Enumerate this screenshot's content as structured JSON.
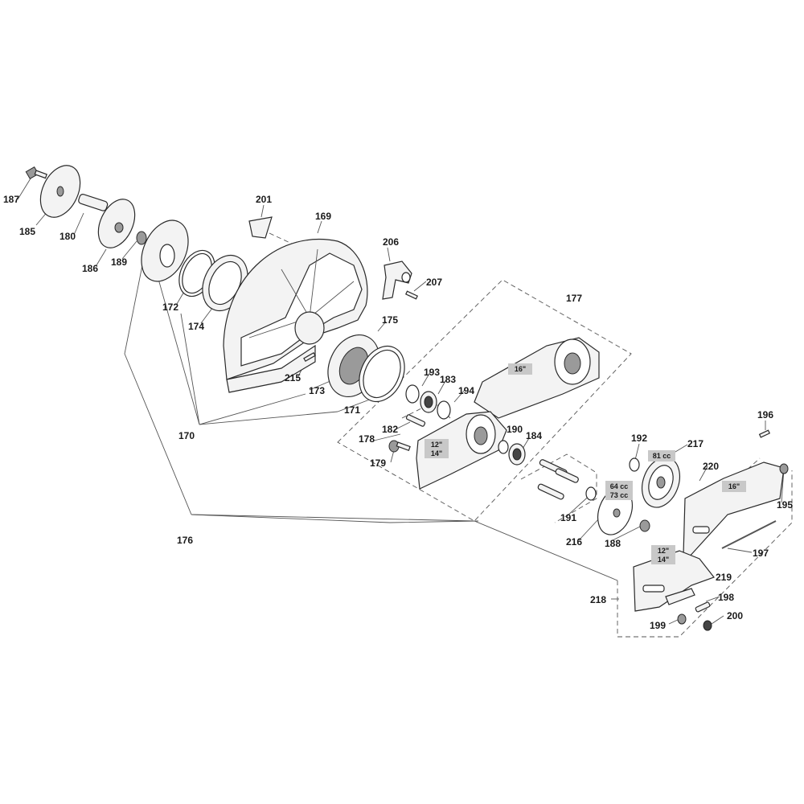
{
  "callouts": [
    {
      "id": "187",
      "text": "187"
    },
    {
      "id": "185",
      "text": "185"
    },
    {
      "id": "180",
      "text": "180"
    },
    {
      "id": "186",
      "text": "186"
    },
    {
      "id": "189",
      "text": "189"
    },
    {
      "id": "172",
      "text": "172"
    },
    {
      "id": "174",
      "text": "174"
    },
    {
      "id": "201",
      "text": "201"
    },
    {
      "id": "169",
      "text": "169"
    },
    {
      "id": "206",
      "text": "206"
    },
    {
      "id": "207",
      "text": "207"
    },
    {
      "id": "175",
      "text": "175"
    },
    {
      "id": "215",
      "text": "215"
    },
    {
      "id": "173",
      "text": "173"
    },
    {
      "id": "171",
      "text": "171"
    },
    {
      "id": "170",
      "text": "170"
    },
    {
      "id": "177",
      "text": "177"
    },
    {
      "id": "193",
      "text": "193"
    },
    {
      "id": "183",
      "text": "183"
    },
    {
      "id": "194",
      "text": "194"
    },
    {
      "id": "182",
      "text": "182"
    },
    {
      "id": "178",
      "text": "178"
    },
    {
      "id": "179",
      "text": "179"
    },
    {
      "id": "190",
      "text": "190"
    },
    {
      "id": "184",
      "text": "184"
    },
    {
      "id": "192",
      "text": "192"
    },
    {
      "id": "217",
      "text": "217"
    },
    {
      "id": "196",
      "text": "196"
    },
    {
      "id": "220",
      "text": "220"
    },
    {
      "id": "195",
      "text": "195"
    },
    {
      "id": "191",
      "text": "191"
    },
    {
      "id": "216",
      "text": "216"
    },
    {
      "id": "188",
      "text": "188"
    },
    {
      "id": "197",
      "text": "197"
    },
    {
      "id": "219",
      "text": "219"
    },
    {
      "id": "218",
      "text": "218"
    },
    {
      "id": "198",
      "text": "198"
    },
    {
      "id": "199",
      "text": "199"
    },
    {
      "id": "200",
      "text": "200"
    },
    {
      "id": "176",
      "text": "176"
    }
  ],
  "size_tags": {
    "arm_16": "16\"",
    "arm_12": "12\"",
    "arm_14": "14\"",
    "pulley_81": "81 cc",
    "pulley_64": "64 cc",
    "pulley_73": "73 cc",
    "cover_16": "16\"",
    "cover_12": "12\"",
    "cover_14": "14\""
  },
  "colors": {
    "line": "#555555",
    "part_outline": "#2a2a2a",
    "tag_fill": "#c8c8c8",
    "text": "#1a1a1a"
  }
}
